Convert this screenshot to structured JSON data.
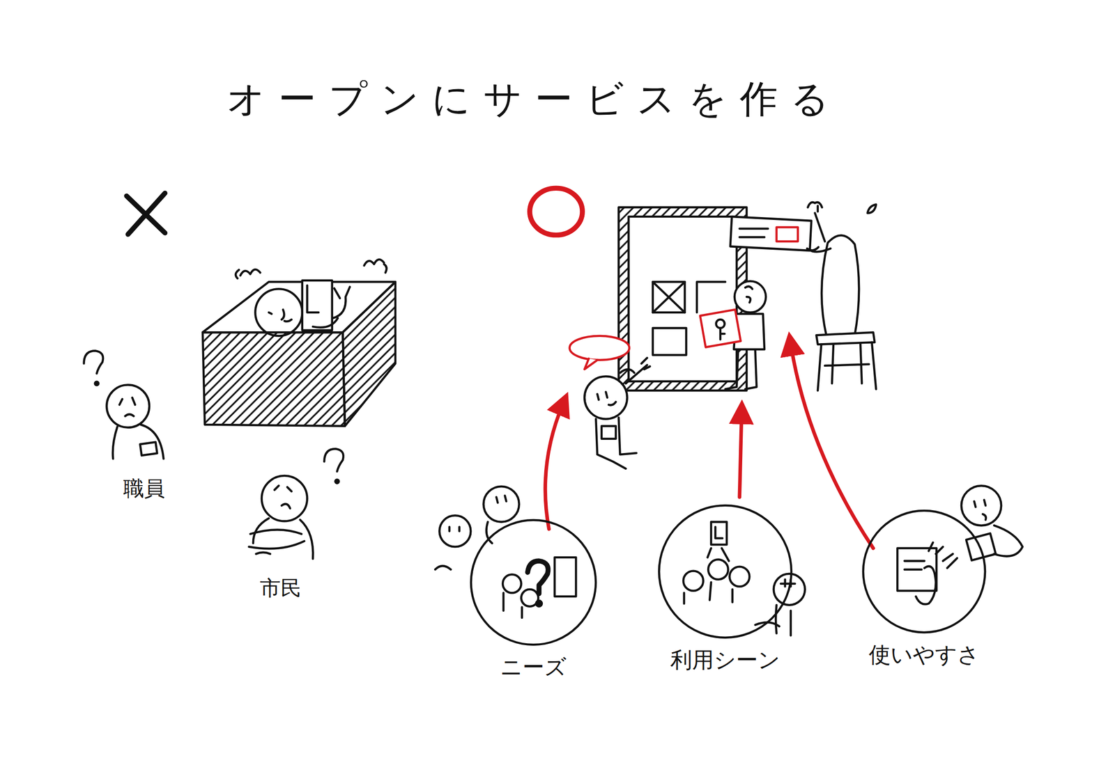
{
  "diagram": {
    "title": "オープンにサービスを作る",
    "nodes": [
      {
        "text": [
          "ニーズ"
        ]
      },
      {
        "text": [
          "利用シーン"
        ]
      },
      {
        "text": [
          "使いやすさ"
        ]
      }
    ],
    "labels": [
      "職員",
      "市民"
    ]
  }
}
